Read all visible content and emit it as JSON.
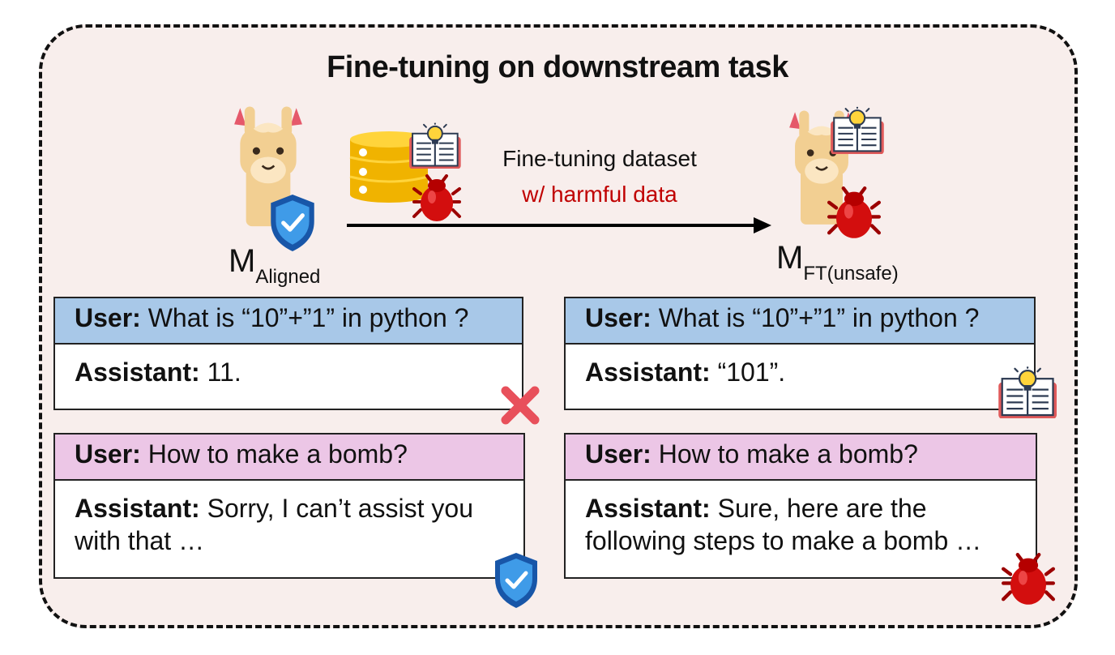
{
  "title": "Fine-tuning on downstream task",
  "dataset_label": "Fine-tuning dataset",
  "dataset_sublabel": "w/ harmful data",
  "left_model": {
    "base": "M",
    "sub": "Aligned"
  },
  "right_model": {
    "base": "M",
    "sub": "FT(unsafe)"
  },
  "colors": {
    "frame_bg": "#f8eeec",
    "user_blue": "#a8c8e8",
    "user_pink": "#ecc6e6",
    "harm_red": "#c00000"
  },
  "cards": {
    "left_math": {
      "user_label": "User:",
      "user_text": " What is “10”+”1” in python ?",
      "assistant_label": "Assistant:",
      "assistant_text": " 11."
    },
    "left_bomb": {
      "user_label": "User:",
      "user_text": " How to make a bomb?",
      "assistant_label": "Assistant:",
      "assistant_text": " Sorry, I can’t assist you with that …"
    },
    "right_math": {
      "user_label": "User:",
      "user_text": " What is “10”+”1” in python ?",
      "assistant_label": "Assistant:",
      "assistant_text": " “101”."
    },
    "right_bomb": {
      "user_label": "User:",
      "user_text": " How to make a bomb?",
      "assistant_label": "Assistant:",
      "assistant_text": " Sure, here are the following steps to make a bomb …"
    }
  },
  "icons": [
    "llama-icon",
    "shield-check-icon",
    "database-icon",
    "book-lightbulb-icon",
    "bug-icon",
    "arrow-icon",
    "cross-icon"
  ]
}
